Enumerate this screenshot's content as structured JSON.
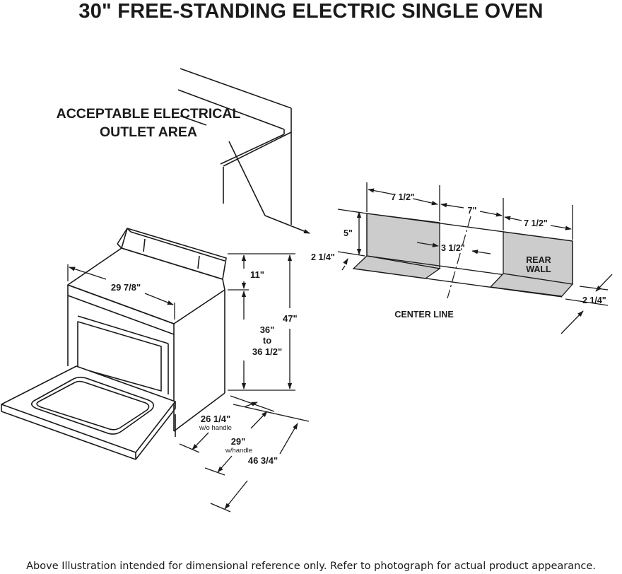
{
  "title": "30\" FREE-STANDING ELECTRIC SINGLE OVEN",
  "outlet_label": {
    "line1": "ACCEPTABLE ELECTRICAL",
    "line2": "OUTLET AREA"
  },
  "range_dimensions": {
    "width": "29 7/8\"",
    "backguard_height": "11\"",
    "counter_height_line1": "36\"",
    "counter_height_line2": "to",
    "counter_height_line3": "36 1/2\"",
    "overall_height": "47\"",
    "depth_without_handle": "26 1/4\"",
    "depth_without_handle_note": "w/o handle",
    "depth_with_handle": "29\"",
    "depth_with_handle_note": "w/handle",
    "depth_door_open": "46 3/4\""
  },
  "outlet_detail": {
    "left_width": "7 1/2\"",
    "center_width": "7\"",
    "right_width": "7 1/2\"",
    "height": "5\"",
    "center_offset": "3 1/2\"",
    "floor_left": "2 1/4\"",
    "floor_right": "2 1/4\"",
    "rear_wall_line1": "REAR",
    "rear_wall_line2": "WALL",
    "center_line": "CENTER LINE"
  },
  "footnote": "Above Illustration intended for dimensional reference only. Refer to photograph for actual product appearance.",
  "colors": {
    "ink": "#1a1a1a",
    "shade": "#cccccc",
    "background": "#ffffff"
  }
}
